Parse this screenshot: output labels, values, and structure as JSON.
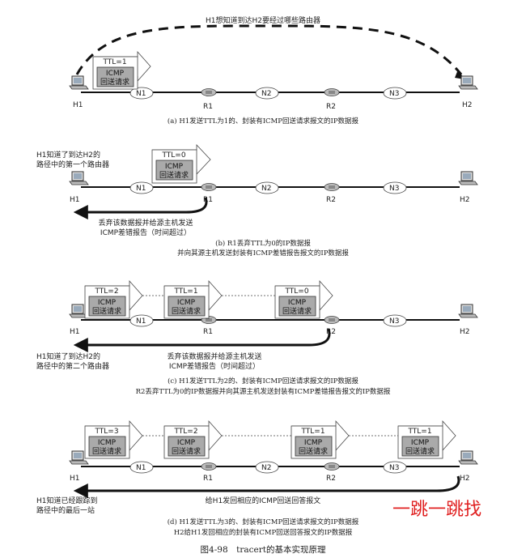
{
  "top_note": "H1想知道到达H2要经过哪些路由器",
  "hosts": {
    "h1": "H1",
    "h2": "H2"
  },
  "routers": {
    "r1": "R1",
    "r2": "R2"
  },
  "networks": {
    "n1": "N1",
    "n2": "N2",
    "n3": "N3"
  },
  "packet": {
    "icmp": "ICMP",
    "req": "回送请求"
  },
  "ttl": {
    "t0": "TTL=0",
    "t1": "TTL=1",
    "t2": "TTL=2",
    "t3": "TTL=3"
  },
  "panel_a": {
    "caption": "(a) H1发送TTL为1的、封装有ICMP回送请求报文的IP数据报"
  },
  "panel_b": {
    "left_note_1": "H1知道了到达H2的",
    "left_note_2": "路径中的第一个路由器",
    "arrow_note_1": "丢弃该数据报并给源主机发送",
    "arrow_note_2": "ICMP差错报告（时间超过）",
    "caption_1": "(b) R1丢弃TTL为0的IP数据报",
    "caption_2": "并向其源主机发送封装有ICMP差错报告报文的IP数据报"
  },
  "panel_c": {
    "left_note_1": "H1知道了到达H2的",
    "left_note_2": "路径中的第二个路由器",
    "arrow_note_1": "丢弃该数据报并给源主机发送",
    "arrow_note_2": "ICMP差错报告（时间超过）",
    "caption_1": "(c) H1发送TTL为2的、封装有ICMP回送请求报文的IP数据报",
    "caption_2": "R2丢弃TTL为0的IP数据报并向其源主机发送封装有ICMP差错报告报文的IP数据报"
  },
  "panel_d": {
    "left_note_1": "H1知道已经跟踪到",
    "left_note_2": "路径中的最后一站",
    "arrow_note": "给H1发回相应的ICMP回送回答报文",
    "red_text": "一跳一跳找",
    "caption_1": "(d) H1发送TTL为3的、封装有ICMP回送请求报文的IP数据报",
    "caption_2": "H2给H1发回相应的封装有ICMP回送回答报文的IP数据报"
  },
  "figure_caption": "图4-98　tracert的基本实现原理"
}
